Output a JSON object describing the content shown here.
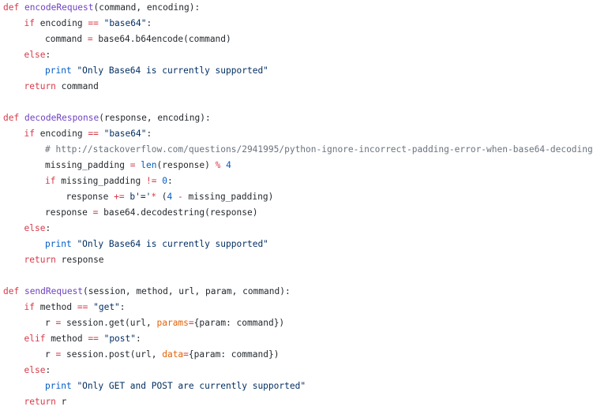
{
  "code": {
    "language": "python",
    "colors": {
      "kw": "#d73a49",
      "fn": "#6f42c1",
      "str": "#032f62",
      "num": "#005cc5",
      "bi": "#005cc5",
      "com": "#6a737d",
      "par": "#e36209",
      "op": "#d73a49",
      "txt": "#24292e"
    },
    "lines": [
      {
        "indent": 0,
        "tokens": [
          [
            "kw",
            "def "
          ],
          [
            "fn",
            "encodeRequest"
          ],
          [
            "txt",
            "(command, encoding):"
          ]
        ]
      },
      {
        "indent": 1,
        "tokens": [
          [
            "kw",
            "if "
          ],
          [
            "txt",
            "encoding "
          ],
          [
            "op",
            "=="
          ],
          [
            "txt",
            " "
          ],
          [
            "str",
            "\"base64\""
          ],
          [
            "txt",
            ":"
          ]
        ]
      },
      {
        "indent": 2,
        "tokens": [
          [
            "txt",
            "command "
          ],
          [
            "op",
            "="
          ],
          [
            "txt",
            " base64.b64encode(command)"
          ]
        ]
      },
      {
        "indent": 1,
        "tokens": [
          [
            "kw",
            "else"
          ],
          [
            "txt",
            ":"
          ]
        ]
      },
      {
        "indent": 2,
        "tokens": [
          [
            "bi",
            "print"
          ],
          [
            "txt",
            " "
          ],
          [
            "str",
            "\"Only Base64 is currently supported\""
          ]
        ]
      },
      {
        "indent": 1,
        "tokens": [
          [
            "kw",
            "return "
          ],
          [
            "txt",
            "command"
          ]
        ]
      },
      {
        "indent": 0,
        "tokens": []
      },
      {
        "indent": 0,
        "tokens": [
          [
            "kw",
            "def "
          ],
          [
            "fn",
            "decodeResponse"
          ],
          [
            "txt",
            "(response, encoding):"
          ]
        ]
      },
      {
        "indent": 1,
        "tokens": [
          [
            "kw",
            "if "
          ],
          [
            "txt",
            "encoding "
          ],
          [
            "op",
            "=="
          ],
          [
            "txt",
            " "
          ],
          [
            "str",
            "\"base64\""
          ],
          [
            "txt",
            ":"
          ]
        ]
      },
      {
        "indent": 2,
        "tokens": [
          [
            "com",
            "# http://stackoverflow.com/questions/2941995/python-ignore-incorrect-padding-error-when-base64-decoding"
          ]
        ]
      },
      {
        "indent": 2,
        "tokens": [
          [
            "txt",
            "missing_padding "
          ],
          [
            "op",
            "="
          ],
          [
            "txt",
            " "
          ],
          [
            "bi",
            "len"
          ],
          [
            "txt",
            "(response) "
          ],
          [
            "op",
            "%"
          ],
          [
            "txt",
            " "
          ],
          [
            "num",
            "4"
          ]
        ]
      },
      {
        "indent": 2,
        "tokens": [
          [
            "kw",
            "if "
          ],
          [
            "txt",
            "missing_padding "
          ],
          [
            "op",
            "!="
          ],
          [
            "txt",
            " "
          ],
          [
            "num",
            "0"
          ],
          [
            "txt",
            ":"
          ]
        ]
      },
      {
        "indent": 3,
        "tokens": [
          [
            "txt",
            "response "
          ],
          [
            "op",
            "+="
          ],
          [
            "txt",
            " "
          ],
          [
            "str",
            "b'='"
          ],
          [
            "op",
            "*"
          ],
          [
            "txt",
            " ("
          ],
          [
            "num",
            "4"
          ],
          [
            "txt",
            " "
          ],
          [
            "op",
            "-"
          ],
          [
            "txt",
            " missing_padding)"
          ]
        ]
      },
      {
        "indent": 2,
        "tokens": [
          [
            "txt",
            "response "
          ],
          [
            "op",
            "="
          ],
          [
            "txt",
            " base64.decodestring(response)"
          ]
        ]
      },
      {
        "indent": 1,
        "tokens": [
          [
            "kw",
            "else"
          ],
          [
            "txt",
            ":"
          ]
        ]
      },
      {
        "indent": 2,
        "tokens": [
          [
            "bi",
            "print"
          ],
          [
            "txt",
            " "
          ],
          [
            "str",
            "\"Only Base64 is currently supported\""
          ]
        ]
      },
      {
        "indent": 1,
        "tokens": [
          [
            "kw",
            "return "
          ],
          [
            "txt",
            "response"
          ]
        ]
      },
      {
        "indent": 0,
        "tokens": []
      },
      {
        "indent": 0,
        "tokens": [
          [
            "kw",
            "def "
          ],
          [
            "fn",
            "sendRequest"
          ],
          [
            "txt",
            "(session, method, url, param, command):"
          ]
        ]
      },
      {
        "indent": 1,
        "tokens": [
          [
            "kw",
            "if "
          ],
          [
            "txt",
            "method "
          ],
          [
            "op",
            "=="
          ],
          [
            "txt",
            " "
          ],
          [
            "str",
            "\"get\""
          ],
          [
            "txt",
            ":"
          ]
        ]
      },
      {
        "indent": 2,
        "tokens": [
          [
            "txt",
            "r "
          ],
          [
            "op",
            "="
          ],
          [
            "txt",
            " session.get(url, "
          ],
          [
            "par",
            "params"
          ],
          [
            "op",
            "="
          ],
          [
            "txt",
            "{param: command})"
          ]
        ]
      },
      {
        "indent": 1,
        "tokens": [
          [
            "kw",
            "elif "
          ],
          [
            "txt",
            "method "
          ],
          [
            "op",
            "=="
          ],
          [
            "txt",
            " "
          ],
          [
            "str",
            "\"post\""
          ],
          [
            "txt",
            ":"
          ]
        ]
      },
      {
        "indent": 2,
        "tokens": [
          [
            "txt",
            "r "
          ],
          [
            "op",
            "="
          ],
          [
            "txt",
            " session.post(url, "
          ],
          [
            "par",
            "data"
          ],
          [
            "op",
            "="
          ],
          [
            "txt",
            "{param: command})"
          ]
        ]
      },
      {
        "indent": 1,
        "tokens": [
          [
            "kw",
            "else"
          ],
          [
            "txt",
            ":"
          ]
        ]
      },
      {
        "indent": 2,
        "tokens": [
          [
            "bi",
            "print"
          ],
          [
            "txt",
            " "
          ],
          [
            "str",
            "\"Only GET and POST are currently supported\""
          ]
        ]
      },
      {
        "indent": 1,
        "tokens": [
          [
            "kw",
            "return "
          ],
          [
            "txt",
            "r"
          ]
        ]
      }
    ]
  }
}
